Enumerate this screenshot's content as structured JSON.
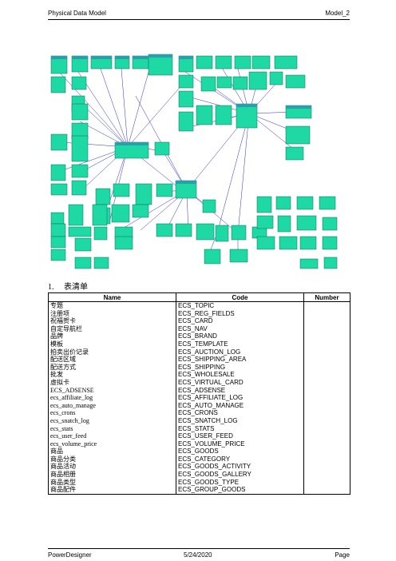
{
  "header": {
    "left": "Physical Data Model",
    "right": "Model_2"
  },
  "section": {
    "number": "1.",
    "title": "表清单"
  },
  "table": {
    "columns": [
      "Name",
      "Code",
      "Number"
    ],
    "rows": [
      {
        "name": "专题",
        "code": "ECS_TOPIC"
      },
      {
        "name": "注册项",
        "code": "ECS_REG_FIELDS"
      },
      {
        "name": "祝福贺卡",
        "code": "ECS_CARD"
      },
      {
        "name": "自定导航栏",
        "code": "ECS_NAV"
      },
      {
        "name": "品牌",
        "code": "ECS_BRAND"
      },
      {
        "name": "模板",
        "code": "ECS_TEMPLATE"
      },
      {
        "name": "拍卖出价记录",
        "code": "ECS_AUCTION_LOG"
      },
      {
        "name": "配送区域",
        "code": "ECS_SHIPPING_AREA"
      },
      {
        "name": "配送方式",
        "code": "ECS_SHIPPING"
      },
      {
        "name": "批发",
        "code": "ECS_WHOLESALE"
      },
      {
        "name": "虚拟卡",
        "code": "ECS_VIRTUAL_CARD"
      },
      {
        "name": "ECS_ADSENSE",
        "code": "ECS_ADSENSE"
      },
      {
        "name": "ecs_affiliate_log",
        "code": "ECS_AFFILIATE_LOG"
      },
      {
        "name": "ecs_auto_manage",
        "code": "ECS_AUTO_MANAGE"
      },
      {
        "name": "ecs_crons",
        "code": "ECS_CRONS"
      },
      {
        "name": "ecs_snatch_log",
        "code": "ECS_SNATCH_LOG"
      },
      {
        "name": "ecs_stats",
        "code": "ECS_STATS"
      },
      {
        "name": "ecs_user_feed",
        "code": "ECS_USER_FEED"
      },
      {
        "name": "ecs_volume_price",
        "code": "ECS_VOLUME_PRICE"
      },
      {
        "name": "商品",
        "code": "ECS_GOODS"
      },
      {
        "name": "商品分类",
        "code": "ECS_CATEGORY"
      },
      {
        "name": "商品活动",
        "code": "ECS_GOODS_ACTIVITY"
      },
      {
        "name": "商品相册",
        "code": "ECS_GOODS_GALLERY"
      },
      {
        "name": "商品类型",
        "code": "ECS_GOODS_TYPE"
      },
      {
        "name": "商品配件",
        "code": "ECS_GROUP_GOODS"
      }
    ]
  },
  "footer": {
    "left": "PowerDesigner",
    "center": "5/24/2020",
    "right": "Page"
  },
  "colors": {
    "entity_fill": "#1fd9a4",
    "entity_header": "#2a9ea9",
    "link": "#2c2ce0"
  }
}
